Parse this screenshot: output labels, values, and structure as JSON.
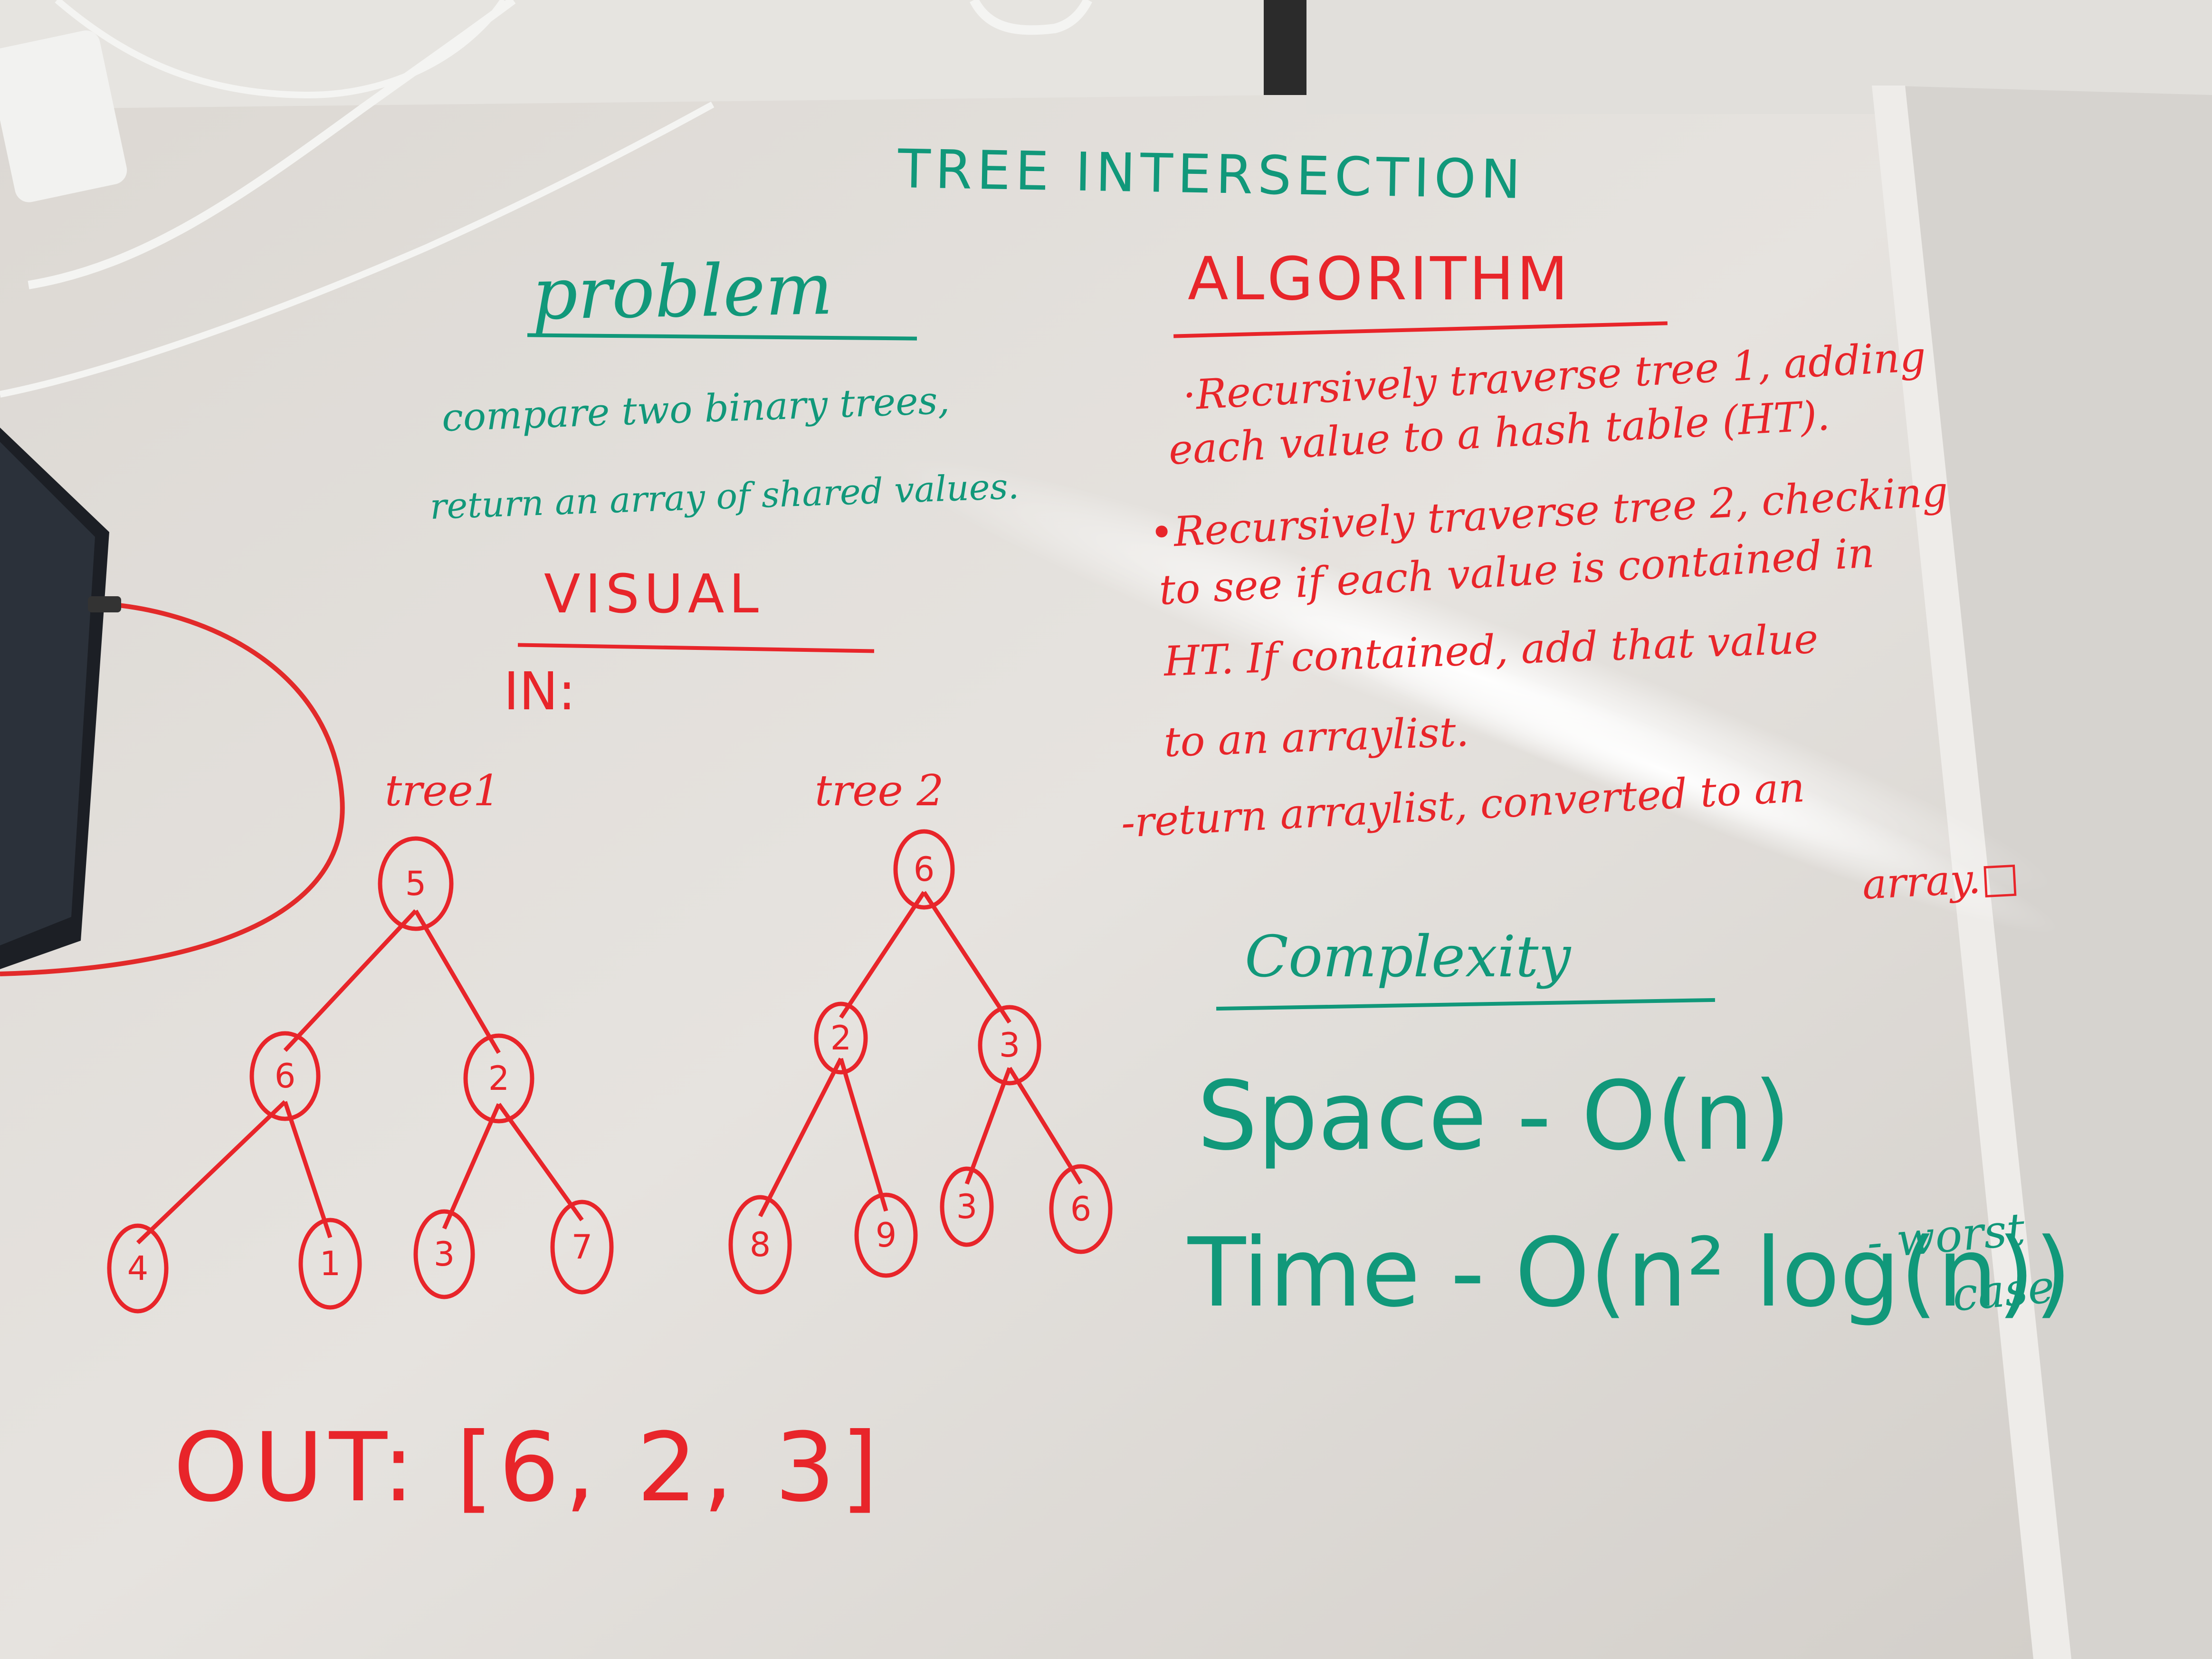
{
  "board": {
    "title": "TREE INTERSECTION",
    "problem": {
      "heading": "problem",
      "lines": [
        "compare two binary trees,",
        "return an array of shared values."
      ]
    },
    "algorithm": {
      "heading": "ALGORITHM",
      "steps": [
        "·Recursively traverse tree 1, adding",
        "each value to a hash table (HT).",
        "•Recursively traverse tree 2, checking",
        "to see if each value is contained in",
        "HT. If contained, add that value",
        "to an arraylist.",
        "-return arraylist, converted to an",
        "array.□"
      ]
    },
    "visual": {
      "heading": "VISUAL",
      "label": "IN:",
      "tree1": {
        "label": "tree1",
        "nodes": [
          "5",
          "6",
          "2",
          "4",
          "1",
          "3",
          "7"
        ]
      },
      "tree2": {
        "label": "tree 2",
        "nodes": [
          "6",
          "2",
          "3",
          "8",
          "9",
          "3",
          "6"
        ]
      }
    },
    "complexity": {
      "heading": "Complexity",
      "space": "Space - O(n)",
      "time": "Time - O(n² log(n))",
      "time_note_1": "- worst",
      "time_note_2": "case"
    },
    "output": "OUT: [6, 2, 3]"
  },
  "colors": {
    "teal_marker": "#11987a",
    "red_marker": "#e8252a",
    "whiteboard": "#e3e0dc",
    "wall": "#cfcbc5"
  }
}
